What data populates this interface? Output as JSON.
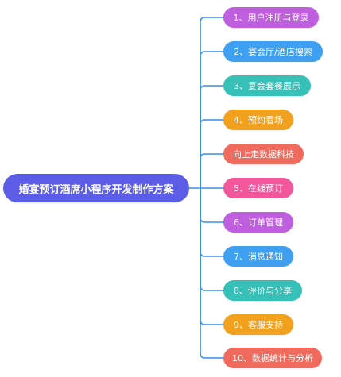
{
  "root": {
    "label": "婚宴预订酒席小程序开发制作方案",
    "color": "#5b5de6"
  },
  "connector_color": "#3a8ee6",
  "children": [
    {
      "label": "1、用户注册与登录",
      "color": "#c05ee0"
    },
    {
      "label": "2、宴会厅/酒店搜索",
      "color": "#3f9ff0"
    },
    {
      "label": "3、宴会套餐展示",
      "color": "#37c0b8"
    },
    {
      "label": "4、预约看场",
      "color": "#f2a11e"
    },
    {
      "label": "向上走数据科技",
      "color": "#f06b5d"
    },
    {
      "label": "5、在线预订",
      "color": "#f2569b"
    },
    {
      "label": "6、订单管理",
      "color": "#c05ee0"
    },
    {
      "label": "7、消息通知",
      "color": "#3f9ff0"
    },
    {
      "label": "8、评价与分享",
      "color": "#37c0b8"
    },
    {
      "label": "9、客服支持",
      "color": "#f2a11e"
    },
    {
      "label": "10、数据统计与分析",
      "color": "#f06b5d"
    }
  ]
}
